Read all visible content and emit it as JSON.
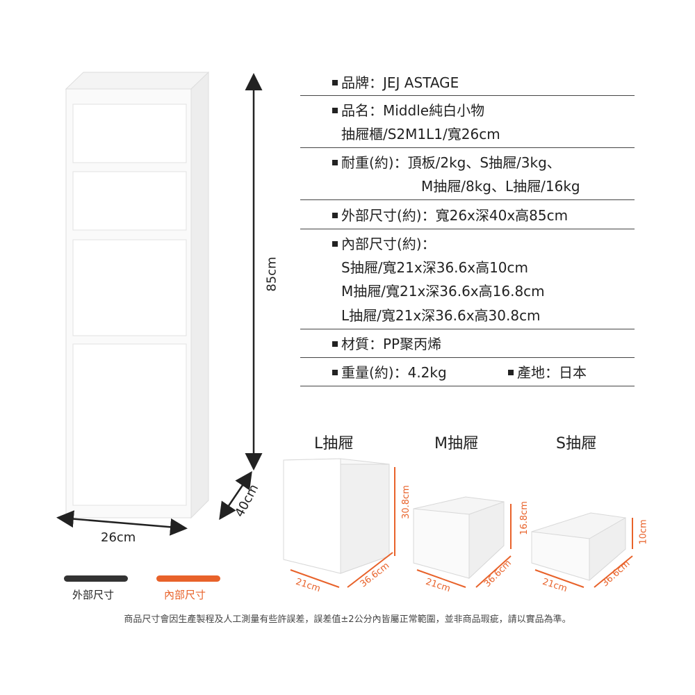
{
  "specs": {
    "brand": "品牌：JEJ ASTAGE",
    "name_line1": "品名：Middle純白小物",
    "name_line2": "抽屜櫃/S2M1L1/寬26cm",
    "load_line1": "耐重(約)：頂板/2kg、S抽屜/3kg、",
    "load_line2": "M抽屜/8kg、L抽屜/16kg",
    "outer_size": "外部尺寸(約)：寬26x深40x高85cm",
    "inner_title": "內部尺寸(約)：",
    "inner_s": "S抽屜/寬21x深36.6x高10cm",
    "inner_m": "M抽屜/寬21x深36.6x高16.8cm",
    "inner_l": "L抽屜/寬21x深36.6x高30.8cm",
    "material": "材質：PP聚丙烯",
    "weight": "重量(約)：4.2kg",
    "origin": "產地：日本"
  },
  "cabinet_dims": {
    "height": "85cm",
    "width": "26cm",
    "depth": "40cm"
  },
  "drawers": [
    {
      "title": "L抽屜",
      "width": "21cm",
      "depth": "36.6cm",
      "height": "30.8cm"
    },
    {
      "title": "M抽屜",
      "width": "21cm",
      "depth": "36.6cm",
      "height": "16.8cm"
    },
    {
      "title": "S抽屜",
      "width": "21cm",
      "depth": "36.6cm",
      "height": "10cm"
    }
  ],
  "legend": {
    "outer": "外部尺寸",
    "inner": "內部尺寸"
  },
  "colors": {
    "outer": "#333333",
    "inner": "#e8622a"
  },
  "note": "商品尺寸會因生產製程及人工測量有些許誤差，誤差值±2公分內皆屬正常範圍，並非商品瑕疵，請以實品為準。"
}
